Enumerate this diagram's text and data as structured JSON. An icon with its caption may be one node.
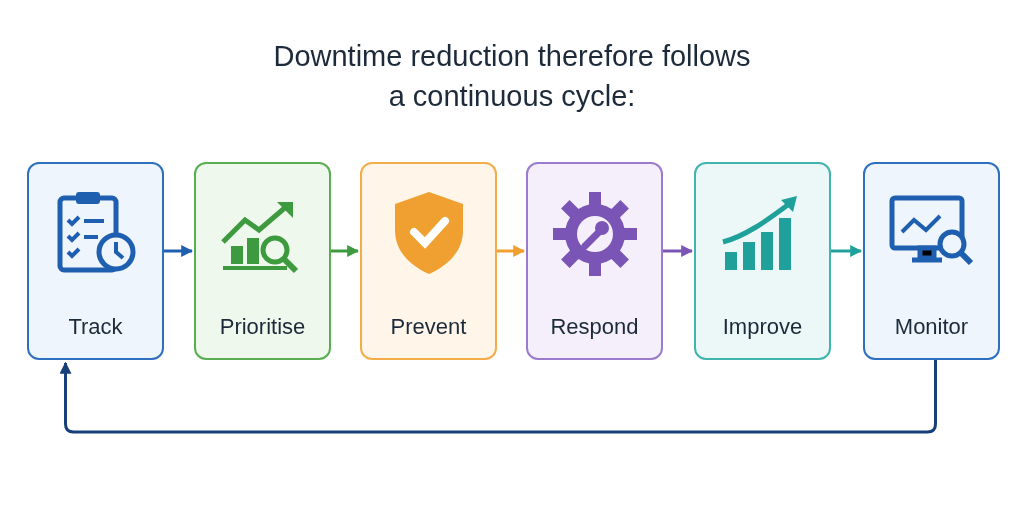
{
  "diagram": {
    "title": "Downtime reduction therefore follows a continuous cycle:",
    "nodes": [
      {
        "text": [
          "Track"
        ]
      },
      {
        "text": [
          "Prioritise"
        ]
      },
      {
        "text": [
          "Prevent"
        ]
      },
      {
        "text": [
          "Respond"
        ]
      },
      {
        "text": [
          "Improve"
        ]
      },
      {
        "text": [
          "Monitor"
        ]
      }
    ],
    "edges": [
      {
        "from": 0,
        "to": 1,
        "arrow": "to",
        "color": "#1f5fb0"
      },
      {
        "from": 1,
        "to": 2,
        "arrow": "to",
        "color": "#3e9a3e"
      },
      {
        "from": 2,
        "to": 3,
        "arrow": "to",
        "color": "#f0a030"
      },
      {
        "from": 3,
        "to": 4,
        "arrow": "to",
        "color": "#7a55b5"
      },
      {
        "from": 4,
        "to": 5,
        "arrow": "to",
        "color": "#20a09a"
      },
      {
        "from": 5,
        "to": 0,
        "arrow": "to",
        "color": "#17407a"
      }
    ]
  }
}
